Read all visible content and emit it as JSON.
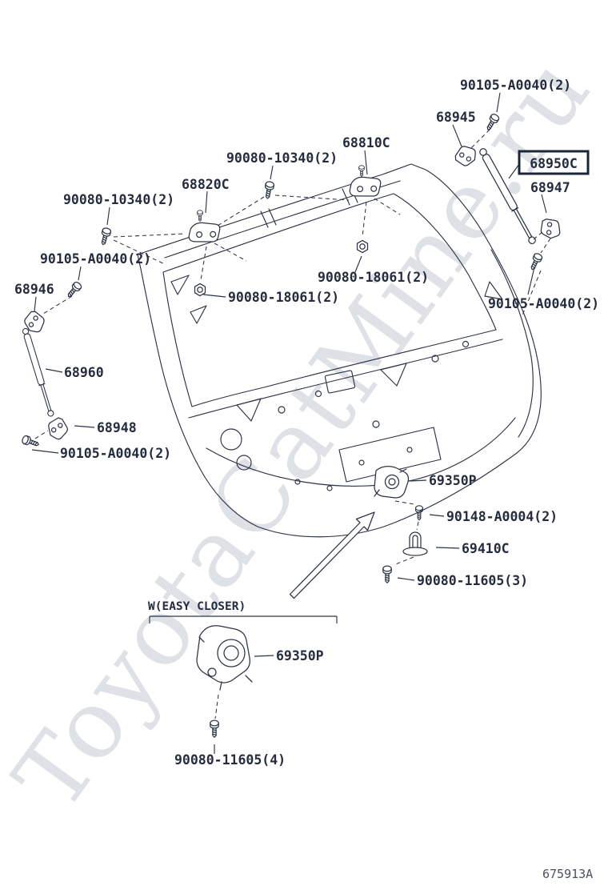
{
  "watermark": "ToyotaCatMine.ru",
  "diagram_id": "675913A",
  "colors": {
    "line": "#2c3447",
    "label": "#242c3e",
    "highlight_box": "#1d2638",
    "watermark": "#b7bfca"
  },
  "labels": {
    "bolt_top_right": "90105-A0040(2)",
    "bracket_68945": "68945",
    "strut_68950c": "68950C",
    "bracket_68947": "68947",
    "hinge_68810c": "68810C",
    "bolt_10340_top": "90080-10340(2)",
    "hinge_68820c": "68820C",
    "bolt_10340_left": "90080-10340(2)",
    "bolt_a0040_left": "90105-A0040(2)",
    "bracket_68946": "68946",
    "nut_18061_right": "90080-18061(2)",
    "nut_18061_left": "90080-18061(2)",
    "bolt_a0040_right": "90105-A0040(2)",
    "strut_68960": "68960",
    "bracket_68948": "68948",
    "bolt_a0040_bottom_left": "90105-A0040(2)",
    "lock_69350p": "69350P",
    "screw_90148": "90148-A0004(2)",
    "striker_69410c": "69410C",
    "bolt_11605_3": "90080-11605(3)",
    "easy_closer_note": "W(EASY CLOSER)",
    "lock_69350p_easy": "69350P",
    "bolt_11605_4": "90080-11605(4)"
  }
}
